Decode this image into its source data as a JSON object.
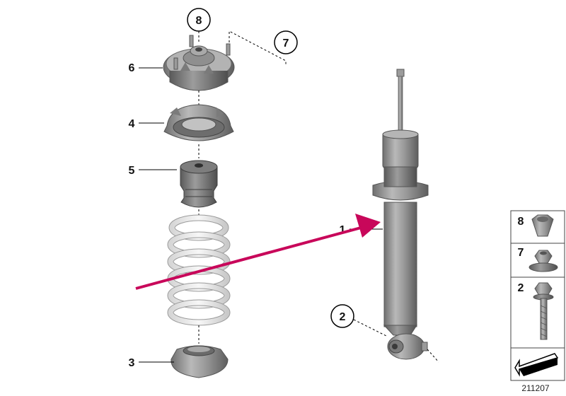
{
  "callouts": {
    "c1": "1",
    "c2": "2",
    "c3": "3",
    "c4": "4",
    "c5": "5",
    "c6": "6",
    "c7": "7",
    "c8": "8"
  },
  "legend": {
    "items": [
      {
        "number": "8",
        "part": "hex-nut-icon"
      },
      {
        "number": "7",
        "part": "collar-nut-icon"
      },
      {
        "number": "2",
        "part": "hex-bolt-icon"
      }
    ],
    "footer_icon": "arrow-corner-icon"
  },
  "document_number": "211207",
  "colors": {
    "arrow": "#c8075a",
    "part_metal": "#8e8e8e",
    "spring": "#ececec",
    "line": "#000000"
  }
}
